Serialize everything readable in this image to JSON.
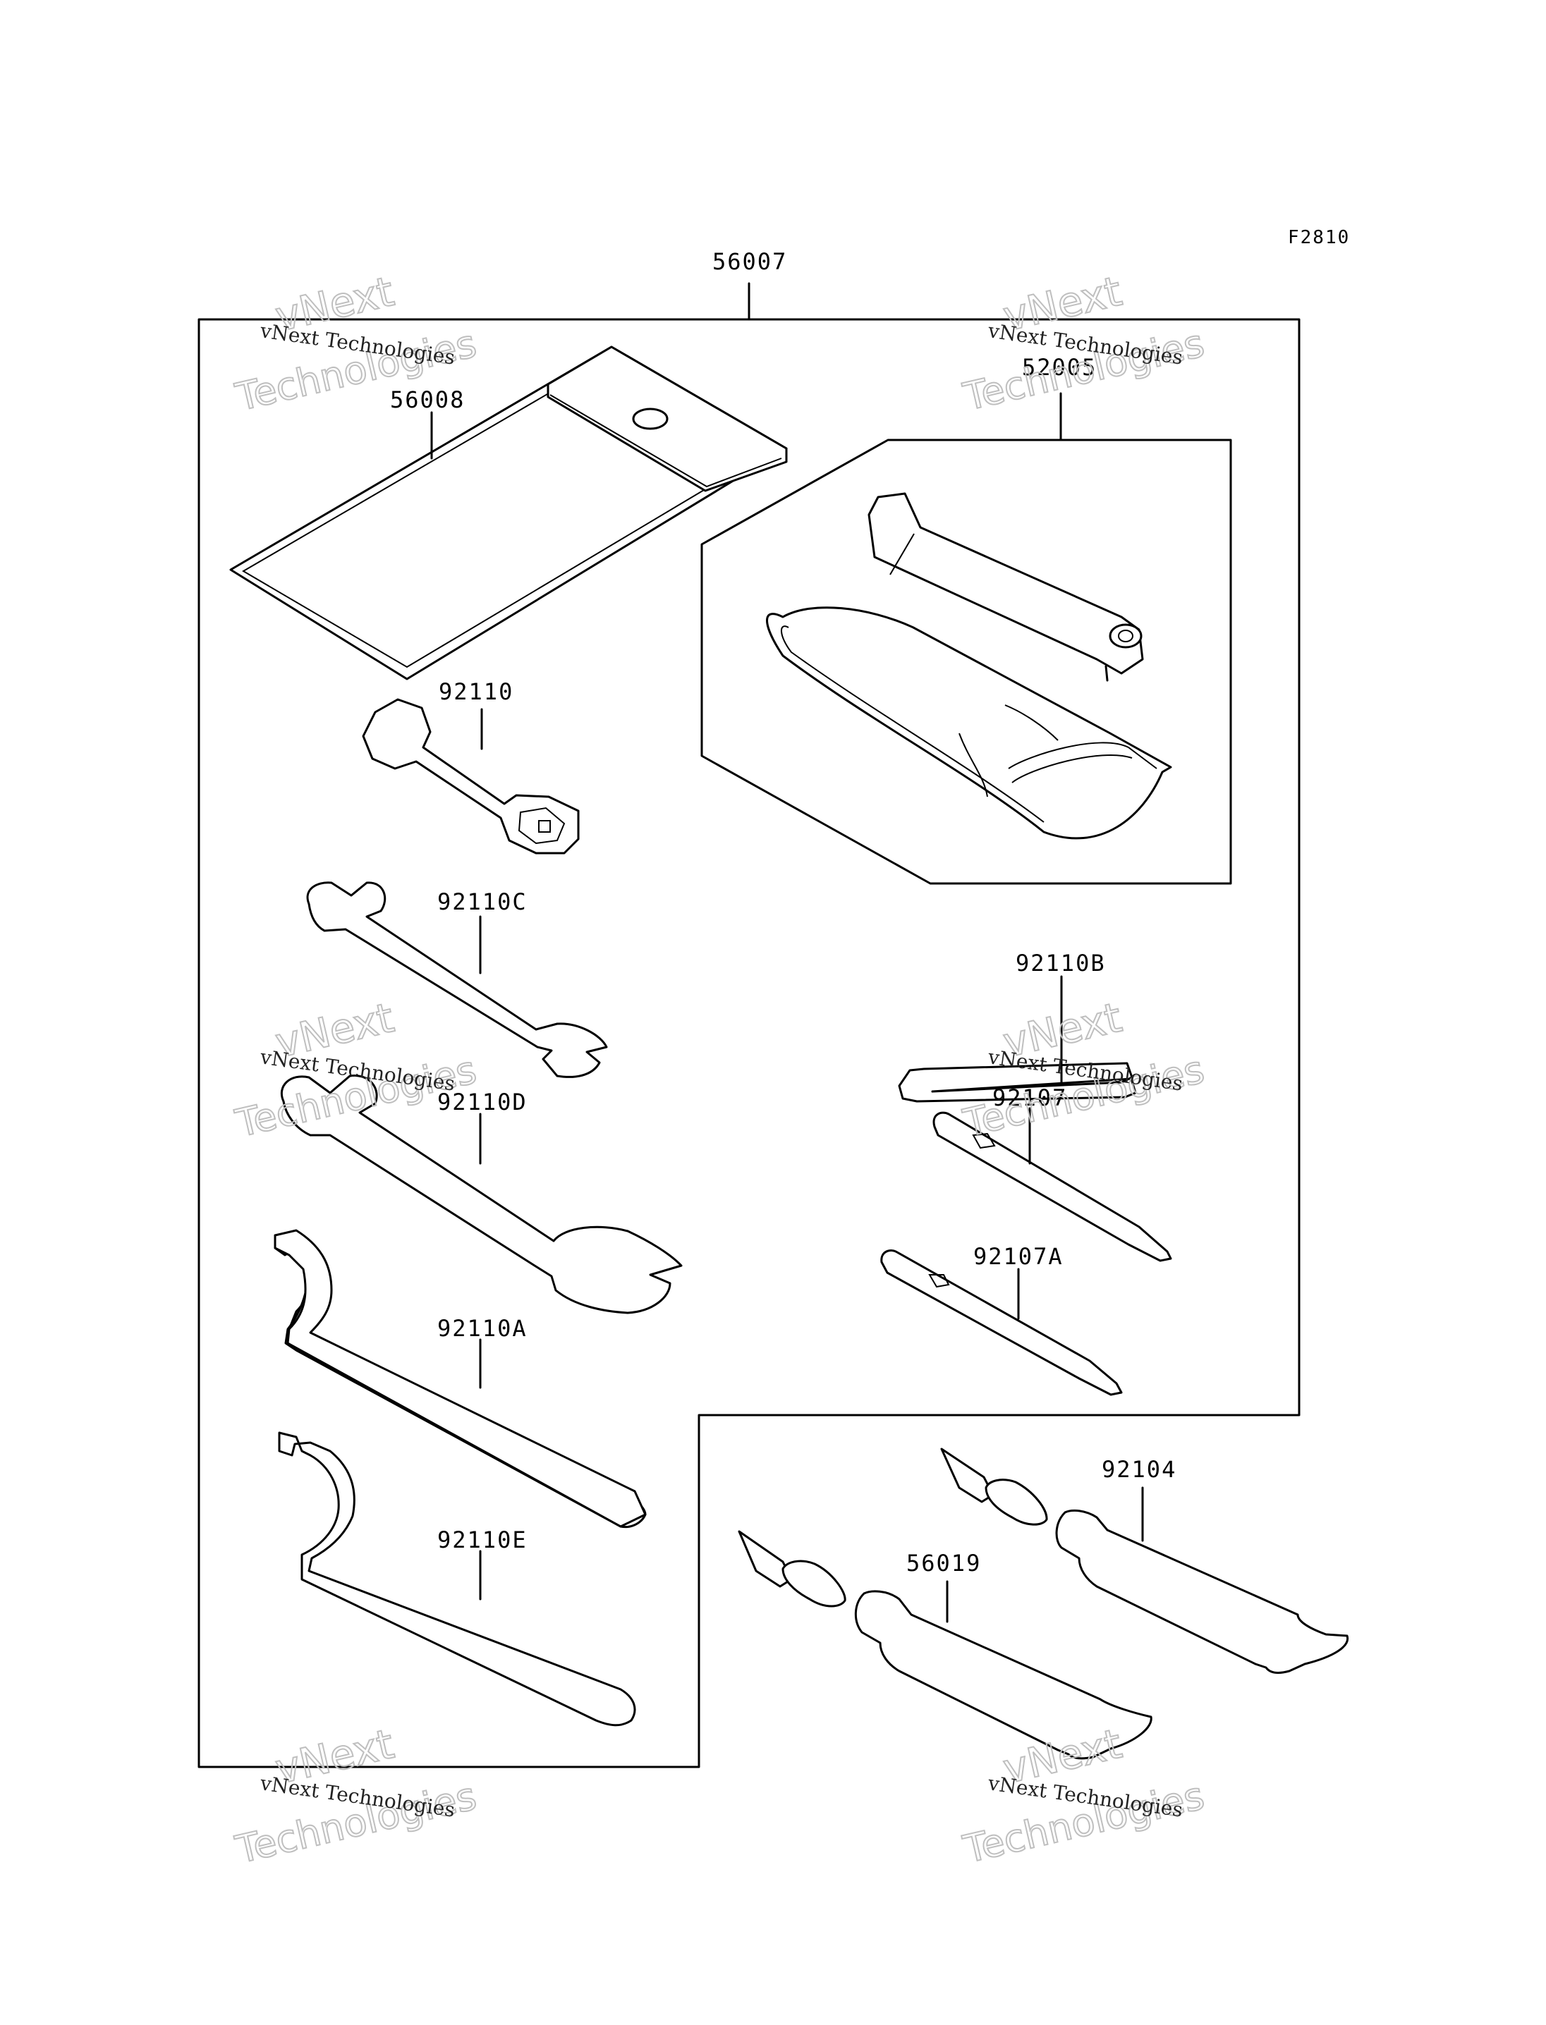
{
  "figure_code": "F2810",
  "kit": {
    "part_number": "56007"
  },
  "parts": {
    "p56008": "56008",
    "p52005": "52005",
    "p92110": "92110",
    "p92110C": "92110C",
    "p92110D": "92110D",
    "p92110A": "92110A",
    "p92110E": "92110E",
    "p92110B": "92110B",
    "p92107": "92107",
    "p92107A": "92107A",
    "p92104": "92104",
    "p56019": "56019"
  },
  "watermark": {
    "brand": "vNext",
    "company": "vNext Technologies",
    "word": "Technologies"
  }
}
